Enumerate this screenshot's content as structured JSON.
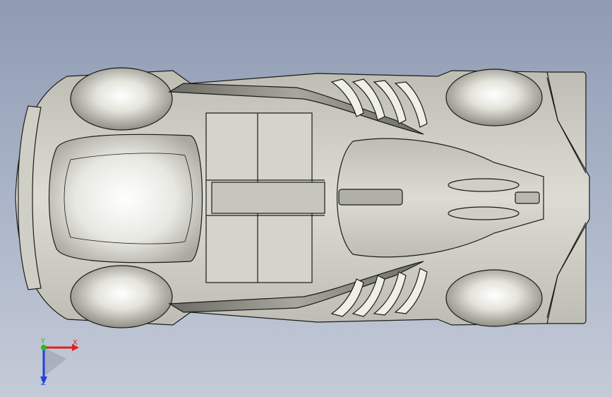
{
  "viewport": {
    "background_top": "#8f9bb3",
    "background_bottom": "#c4cbd8",
    "model_fill": "#d9d8d0",
    "model_highlight": "#ffffff",
    "model_edge": "#1a1a1a"
  },
  "triad": {
    "x_label": "X",
    "y_label": "Y",
    "z_label": "Z",
    "x_color": "#e02020",
    "y_color": "#20c020",
    "z_color": "#2040e0"
  }
}
